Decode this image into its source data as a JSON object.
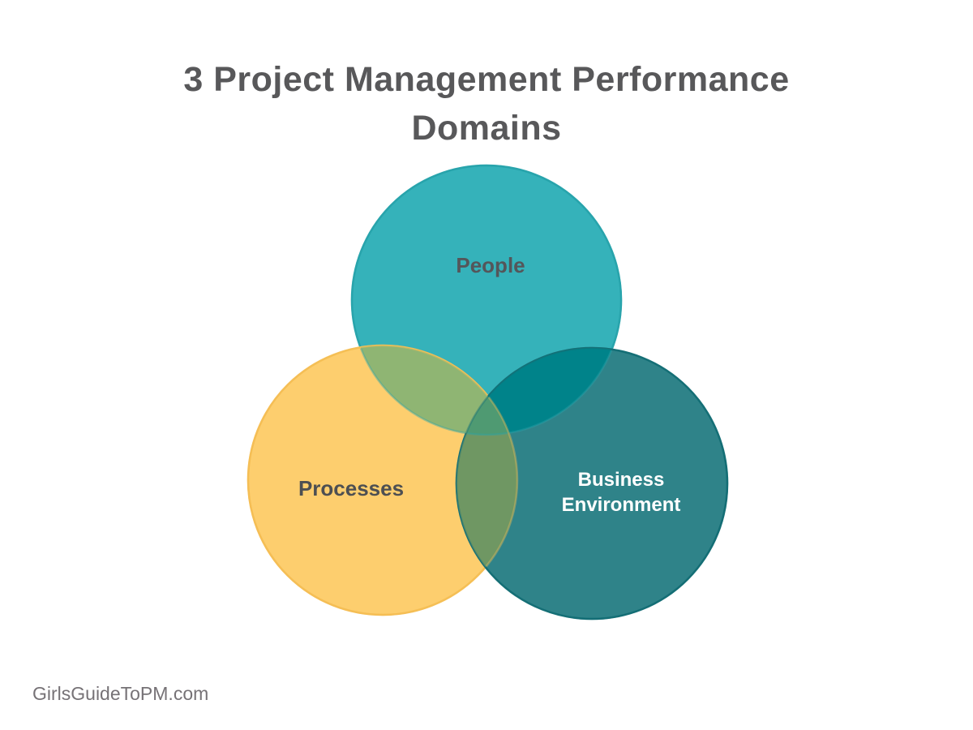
{
  "title": "3 Project Management Performance Domains",
  "watermark": "GirlsGuideToPM.com",
  "diagram": {
    "type": "venn",
    "description": "Three overlapping circles showing the 3 project management performance domains",
    "circles": [
      {
        "id": "people",
        "label": "People",
        "fill": "#35b2ba",
        "stroke": "#29a4ac",
        "label_color": "#54565a"
      },
      {
        "id": "processes",
        "label": "Processes",
        "fill": "#fdce6e",
        "stroke": "#f5bf55",
        "label_color": "#4d4f52"
      },
      {
        "id": "business-environment",
        "label": "Business Environment",
        "fill": "#2f8389",
        "stroke": "#156f76",
        "label_color": "#ffffff"
      }
    ],
    "overlaps": {
      "people_processes": "#8fb573",
      "people_business": "#00838a",
      "processes_business": "#6f9763",
      "all_three": "#4f9a72"
    }
  },
  "colors": {
    "background": "#ffffff",
    "title_text": "#58585a",
    "watermark_text": "#767276"
  }
}
